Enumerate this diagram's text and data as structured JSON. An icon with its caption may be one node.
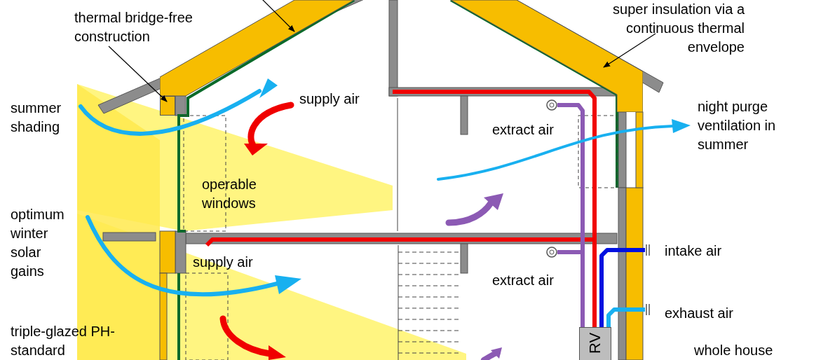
{
  "diagram": {
    "nodes": [
      {
        "text": [
          "thermal bridge-free construction"
        ]
      },
      {
        "text": [],
        "shape": "box"
      },
      {
        "text": [
          "super insulation via a continuous thermal envelope"
        ]
      },
      {
        "text": [],
        "shape": "box"
      },
      {
        "text": [],
        "shape": "box"
      },
      {
        "text": [
          "RV"
        ]
      }
    ],
    "edges": [
      {
        "from": 0,
        "to": 1,
        "arrow": "to"
      },
      {
        "from": 2,
        "to": 3,
        "arrow": "to"
      },
      {
        "from": null,
        "to": 4,
        "arrow": "to"
      }
    ],
    "labels": [
      "summer shading",
      "supply air",
      "extract air",
      "night purge ventilation in summer",
      "operable windows",
      "optimum winter solar gains",
      "supply air",
      "intake air",
      "extract air",
      "exhaust air",
      "triple-glazed PH-standard",
      "whole house"
    ]
  }
}
